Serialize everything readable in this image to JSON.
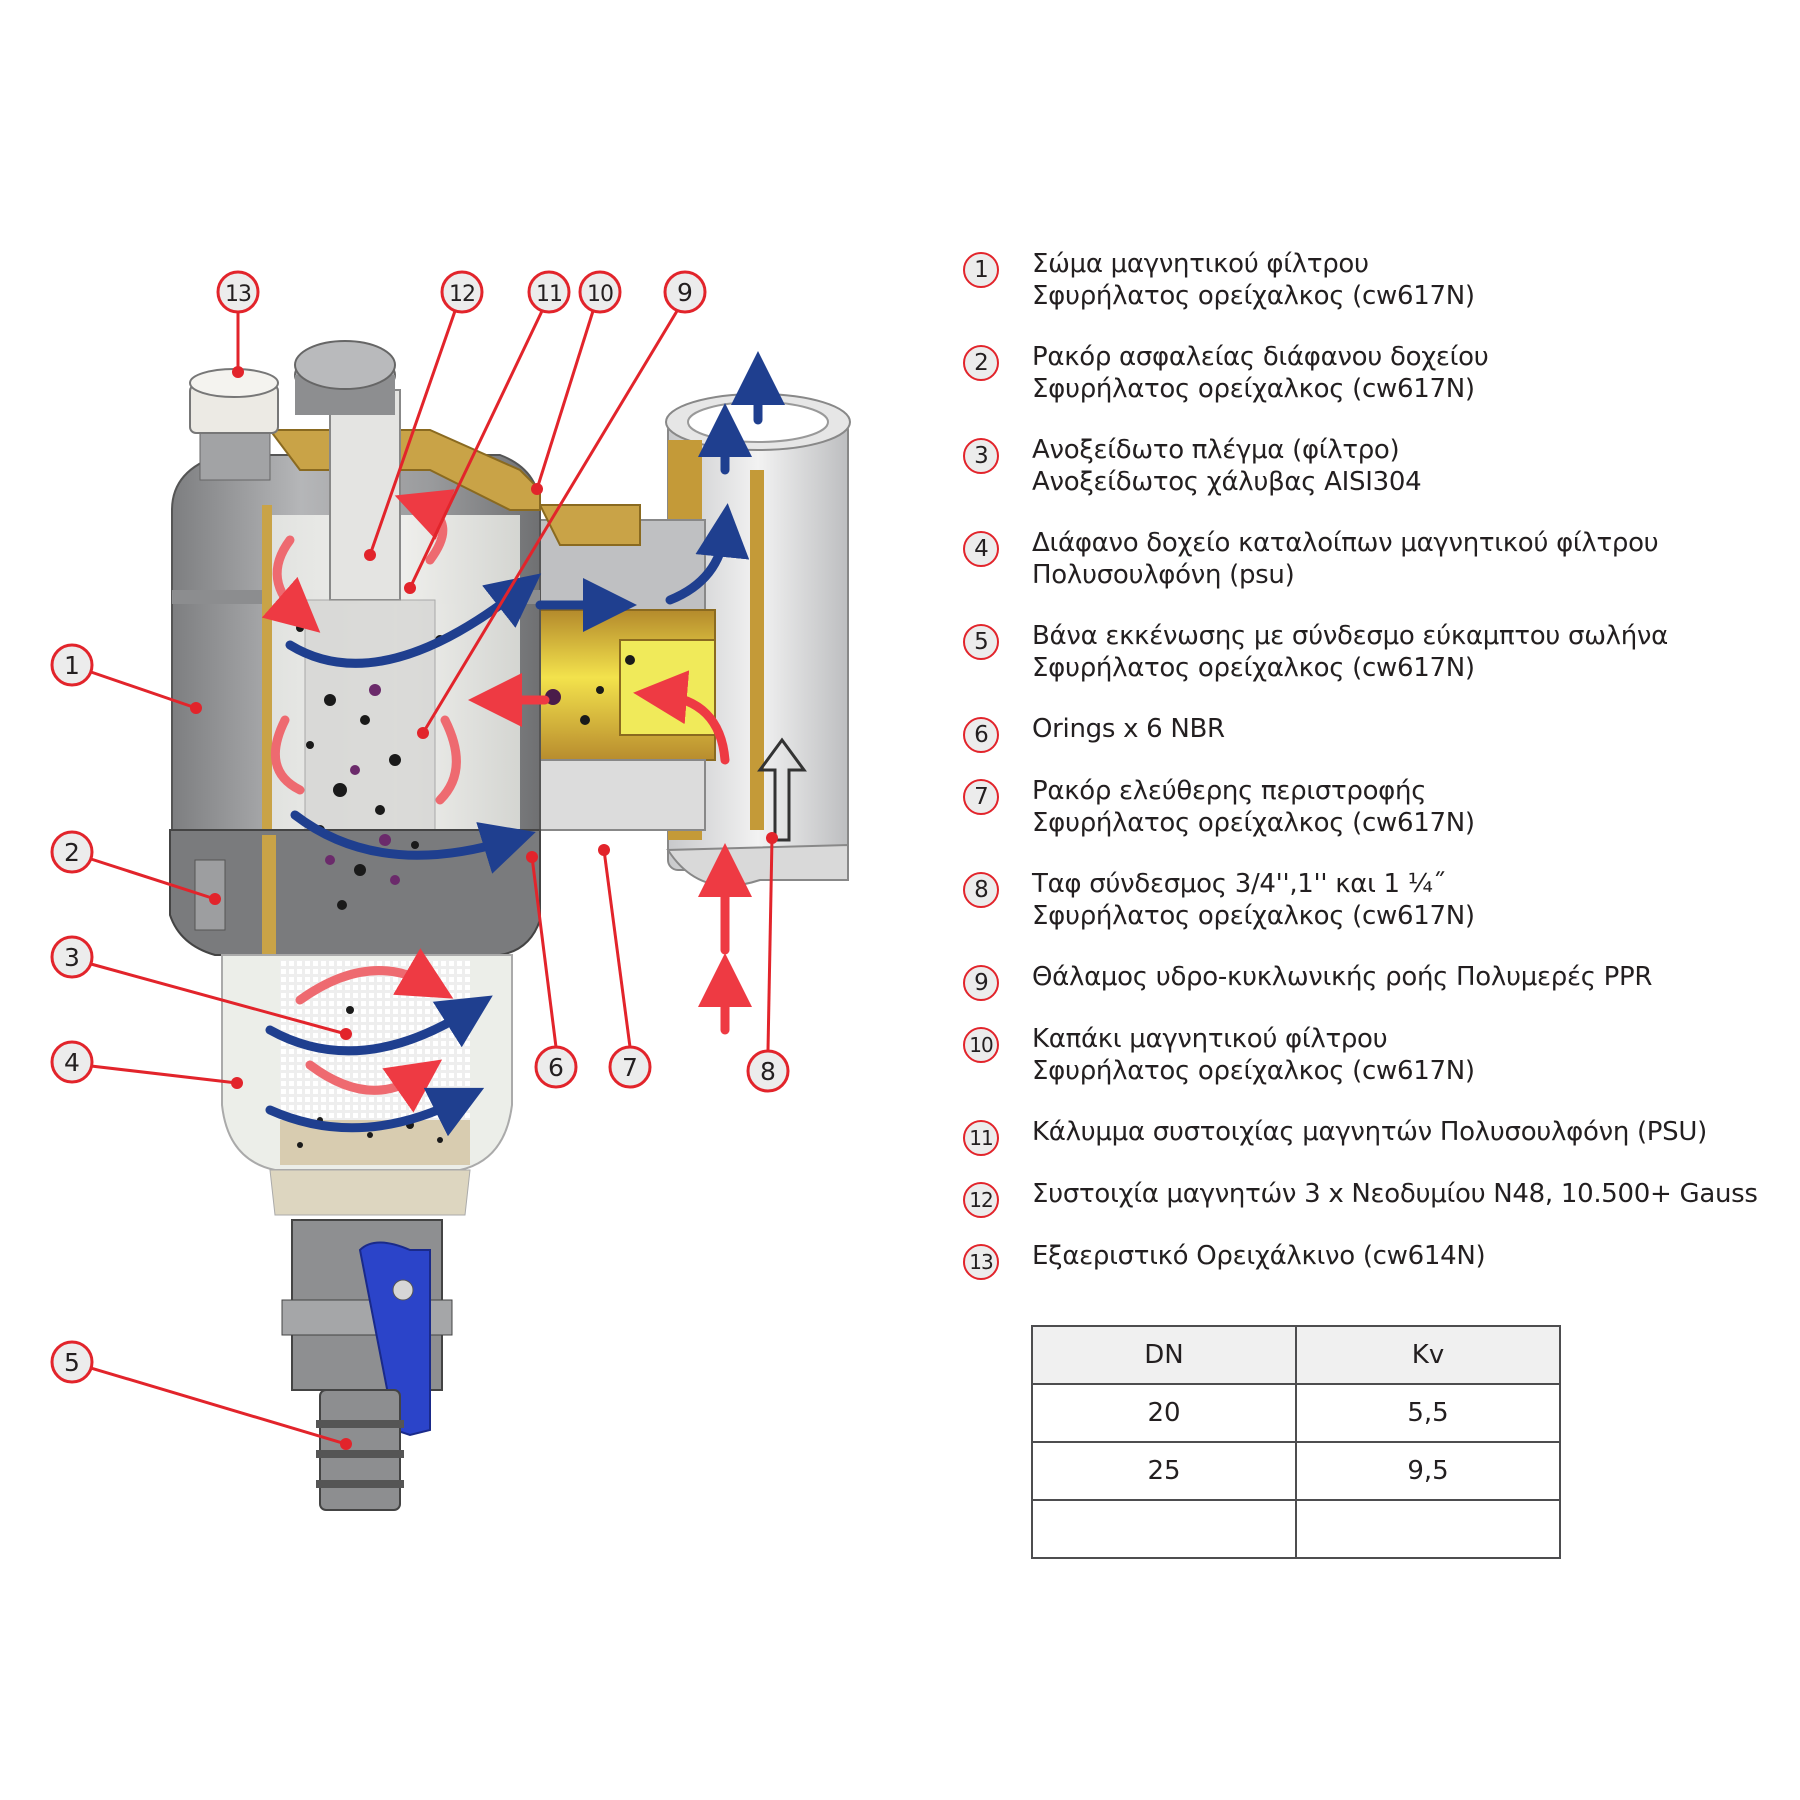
{
  "callouts": [
    "1",
    "2",
    "3",
    "4",
    "5",
    "6",
    "7",
    "8",
    "9",
    "10",
    "11",
    "12",
    "13"
  ],
  "legend": [
    {
      "num": "1",
      "lines": [
        "Σώμα μαγνητικού φίλτρου",
        "Σφυρήλατος ορείχαλκος (cw617N)"
      ]
    },
    {
      "num": "2",
      "lines": [
        "Ρακόρ ασφαλείας διάφανου δοχείου",
        "Σφυρήλατος ορείχαλκος (cw617N)"
      ]
    },
    {
      "num": "3",
      "lines": [
        "Ανοξείδωτο πλέγμα (φίλτρο)",
        "Ανοξείδωτος χάλυβας AISI304"
      ]
    },
    {
      "num": "4",
      "lines": [
        "Διάφανο δοχείο καταλοίπων μαγνητικού φίλτρου",
        "Πολυσουλφόνη (psu)"
      ]
    },
    {
      "num": "5",
      "lines": [
        "Βάνα εκκένωσης με σύνδεσμο εύκαμπτου σωλήνα",
        "Σφυρήλατος ορείχαλκος (cw617N)"
      ]
    },
    {
      "num": "6",
      "lines": [
        "Orings x 6 NBR"
      ]
    },
    {
      "num": "7",
      "lines": [
        "Ρακόρ ελεύθερης περιστροφής",
        "Σφυρήλατος ορείχαλκος (cw617N)"
      ]
    },
    {
      "num": "8",
      "lines": [
        "Ταφ σύνδεσμος 3/4'',1'' και 1 ¼˝",
        "Σφυρήλατος ορείχαλκος (cw617N)"
      ]
    },
    {
      "num": "9",
      "lines": [
        "Θάλαμος υδρο-κυκλωνικής ροής Πολυμερές PPR"
      ]
    },
    {
      "num": "10",
      "lines": [
        "Καπάκι μαγνητικού φίλτρου",
        "Σφυρήλατος ορείχαλκος (cw617N)"
      ]
    },
    {
      "num": "11",
      "lines": [
        "Κάλυμμα συστοιχίας μαγνητών Πολυσουλφόνη (PSU)"
      ]
    },
    {
      "num": "12",
      "lines": [
        "Συστοιχία μαγνητών 3 x Νεοδυμίου N48, 10.500+ Gauss"
      ]
    },
    {
      "num": "13",
      "lines": [
        "Εξαεριστικό Ορειχάλκινο (cw614N)"
      ]
    }
  ],
  "table": {
    "headers": [
      "DN",
      "Kv"
    ],
    "rows": [
      [
        "20",
        "5,5"
      ],
      [
        "25",
        "9,5"
      ],
      [
        "",
        ""
      ]
    ]
  },
  "colors": {
    "callout_red": "#e2242b",
    "badge_fill": "#ececec",
    "brass": "#c9a347",
    "flow_blue": "#1f3f8f",
    "flow_red": "#ee3a43",
    "valve_blue": "#2b44c9",
    "metal_gray": "#9a9b9d"
  }
}
